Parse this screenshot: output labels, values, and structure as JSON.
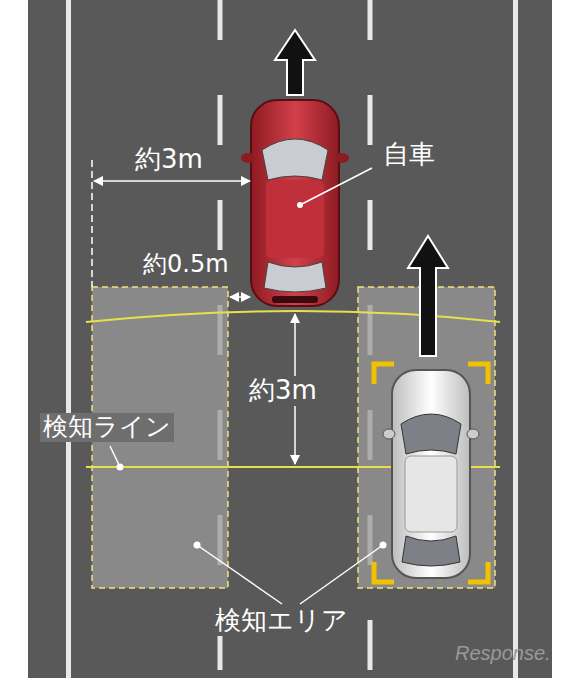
{
  "diagram": {
    "labels": [
      "約3m",
      "自車",
      "約0.5m",
      "約3m",
      "検知ライン",
      "検知エリア",
      "Response."
    ]
  }
}
